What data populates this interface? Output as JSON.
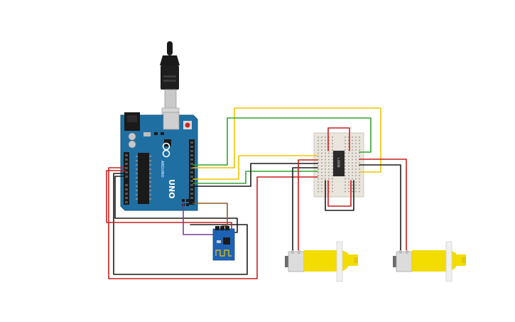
{
  "colors": {
    "background": "#ffffff",
    "board": "#1f6fa3",
    "board_edge": "#15557f",
    "wire_yellow": "#f2c400",
    "wire_green": "#2fa52f",
    "wire_red": "#c81e1e",
    "wire_black": "#1a1a1a",
    "wire_brown": "#8a5a2b",
    "wire_purple": "#7a3a9e",
    "motor_yellow": "#f3dc00",
    "breadboard": "#e9e4dc",
    "wifi_module": "#1d62b4"
  },
  "arduino": {
    "model_label": "UNO",
    "brand_label": "ARDUINO"
  },
  "wifi_module": {
    "icon": "wifi-module-chip"
  },
  "motors": [
    {
      "icon": "gear-motor"
    },
    {
      "icon": "gear-motor"
    }
  ]
}
